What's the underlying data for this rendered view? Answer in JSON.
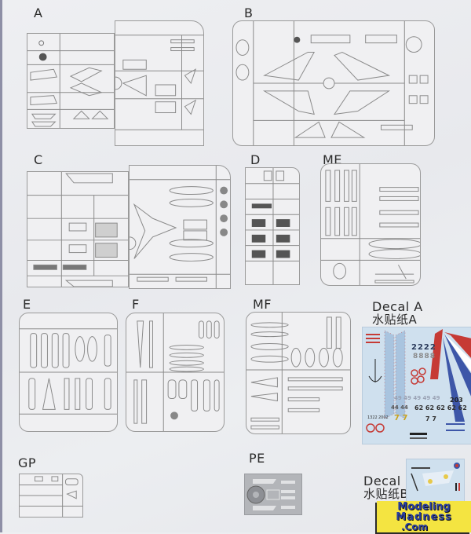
{
  "sprues": {
    "a": {
      "label": "A"
    },
    "b": {
      "label": "B"
    },
    "c": {
      "label": "C"
    },
    "d": {
      "label": "D"
    },
    "me": {
      "label": "ME"
    },
    "e": {
      "label": "E"
    },
    "f": {
      "label": "F"
    },
    "mf": {
      "label": "MF"
    },
    "gp": {
      "label": "GP"
    },
    "pe": {
      "label": "PE"
    }
  },
  "decals": {
    "a": {
      "label": "Decal A",
      "label_zh": "水贴纸A",
      "markings": [
        "2222",
        "8888",
        "49 49 49 49 49",
        "44 44",
        "62 62 62 62 62",
        "203",
        "7 7",
        "7 7",
        "1322",
        "2002"
      ]
    },
    "b": {
      "label": "Decal B",
      "label_zh": "水贴纸B"
    }
  },
  "watermark": {
    "line1": "Modeling",
    "line2": "Madness",
    "line3": ".Com"
  },
  "colors": {
    "sprue_line": "#9a9a9a",
    "decal_bg": "#cfe0ee",
    "decal_red": "#c63a35",
    "decal_blue": "#3d56a8",
    "logo_yellow": "#f4e441",
    "logo_blue": "#2a3fa0"
  }
}
